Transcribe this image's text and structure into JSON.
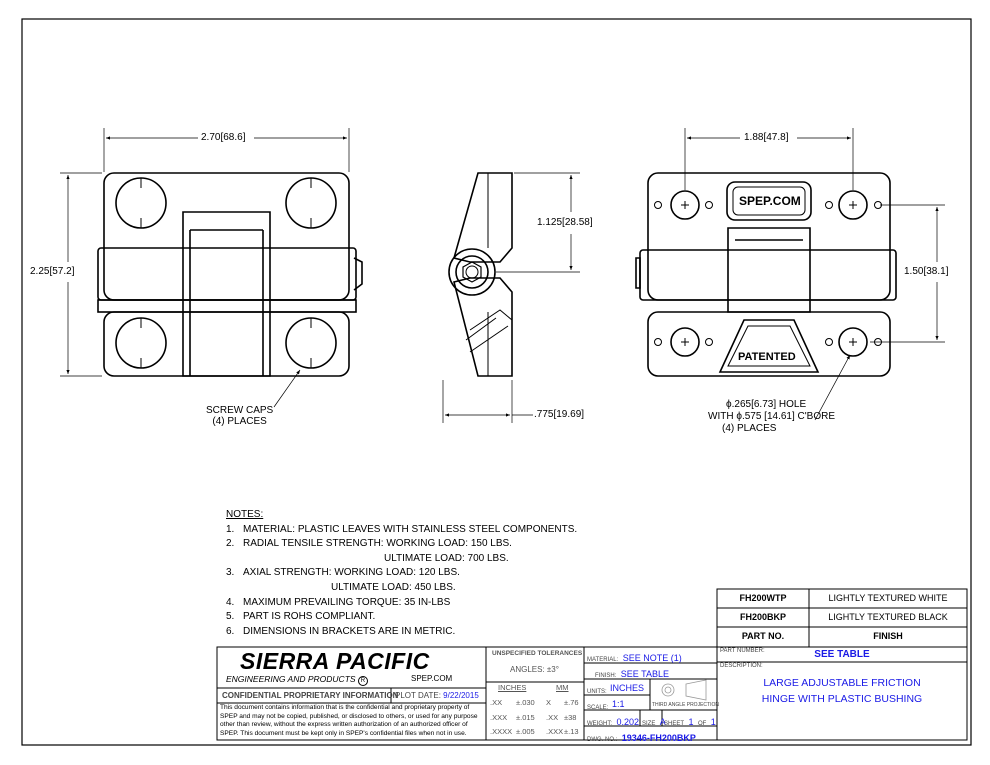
{
  "dimensions": {
    "width": "2.70",
    "width_mm": "68.6",
    "height": "2.25",
    "height_mm": "57.2",
    "side_height": "1.125",
    "side_height_mm": "28.58",
    "side_depth": ".775",
    "side_depth_mm": "19.69",
    "hole_spacing_x": "1.88",
    "hole_spacing_x_mm": "47.8",
    "hole_spacing_y": "1.50",
    "hole_spacing_y_mm": "38.1"
  },
  "callouts": {
    "screw_caps_1": "SCREW CAPS",
    "screw_caps_2": "(4) PLACES",
    "hole_1": ".265",
    "hole_1_mm": "6.73",
    "hole_1_suffix": "HOLE",
    "hole_2_prefix": "WITH",
    "hole_2": ".575 [14.61] C'BORE",
    "hole_3": "(4) PLACES",
    "phi": "ϕ",
    "front_mark": "SPEP.COM",
    "back_mark": "PATENTED"
  },
  "notes": {
    "title": "NOTES:",
    "items": [
      {
        "num": "1.",
        "text": "MATERIAL: PLASTIC LEAVES WITH STAINLESS STEEL COMPONENTS."
      },
      {
        "num": "2.",
        "text": "RADIAL TENSILE STRENGTH:  WORKING LOAD: 150 LBS."
      },
      {
        "num": "",
        "text": "ULTIMATE LOAD: 700 LBS."
      },
      {
        "num": "3.",
        "text": "AXIAL STRENGTH: WORKING LOAD: 120 LBS."
      },
      {
        "num": "",
        "text": "ULTIMATE LOAD: 450 LBS."
      },
      {
        "num": "4.",
        "text": "MAXIMUM PREVAILING TORQUE: 35 IN-LBS"
      },
      {
        "num": "5.",
        "text": "PART IS ROHS COMPLIANT."
      },
      {
        "num": "6.",
        "text": "DIMENSIONS IN BRACKETS ARE IN METRIC."
      }
    ]
  },
  "finish_table": {
    "rows": [
      {
        "part": "FH200WTP",
        "finish": "LIGHTLY TEXTURED WHITE"
      },
      {
        "part": "FH200BKP",
        "finish": "LIGHTLY TEXTURED BLACK"
      }
    ],
    "header_part": "PART NO.",
    "header_finish": "FINISH"
  },
  "title_block": {
    "company": "SIERRA PACIFIC",
    "company_sub": "ENGINEERING AND PRODUCTS",
    "registered": "R",
    "website": "SPEP.COM",
    "confidential_label": "CONFIDENTIAL PROPRIETARY INFORMATION",
    "plot_date_label": "PLOT DATE:",
    "plot_date": "9/22/2015",
    "disclaimer_1": "This document contains information that is the confidential and proprietary property of",
    "disclaimer_2": "SPEP and may not be copied, published, or disclosed to others, or used for any purpose",
    "disclaimer_3": "other than review, without the express written authorization of an authorized officer of",
    "disclaimer_4": "SPEP. This document must be kept only in SPEP's confidential files when not in use.",
    "tolerances_label": "UNSPECIFIED TOLERANCES",
    "angles": "ANGLES: ±3°",
    "inches_label": "INCHES",
    "mm_label": "MM",
    "tol_rows": [
      {
        "in_fmt": ".XX",
        "in_val": "±.030",
        "mm_fmt": "X",
        "mm_val": "±.76"
      },
      {
        "in_fmt": ".XXX",
        "in_val": "±.015",
        "mm_fmt": ".XX",
        "mm_val": "±38"
      },
      {
        "in_fmt": ".XXXX",
        "in_val": "±.005",
        "mm_fmt": ".XXX",
        "mm_val": "±.13"
      }
    ],
    "material_label": "MATERIAL:",
    "material": "SEE NOTE (1)",
    "finish_label": "FINISH:",
    "finish": "SEE TABLE",
    "units_label": "UNITS:",
    "units": "INCHES",
    "scale_label": "SCALE:",
    "scale": "1:1",
    "projection_label": "THIRD ANGLE PROJECTION",
    "weight_label": "WEIGHT:",
    "weight": "0.202",
    "size_label": "SIZE",
    "size": "A",
    "sheet_label": "SHEET",
    "sheet": "1",
    "of_label": "OF",
    "of": "1",
    "dwg_label": "DWG. NO.:",
    "dwg_no": "19346-FH200BKP",
    "part_number_label": "PART NUMBER:",
    "part_number": "SEE TABLE",
    "description_label": "DESCRIPTION:",
    "description_1": "LARGE ADJUSTABLE FRICTION",
    "description_2": "HINGE WITH PLASTIC BUSHING"
  }
}
